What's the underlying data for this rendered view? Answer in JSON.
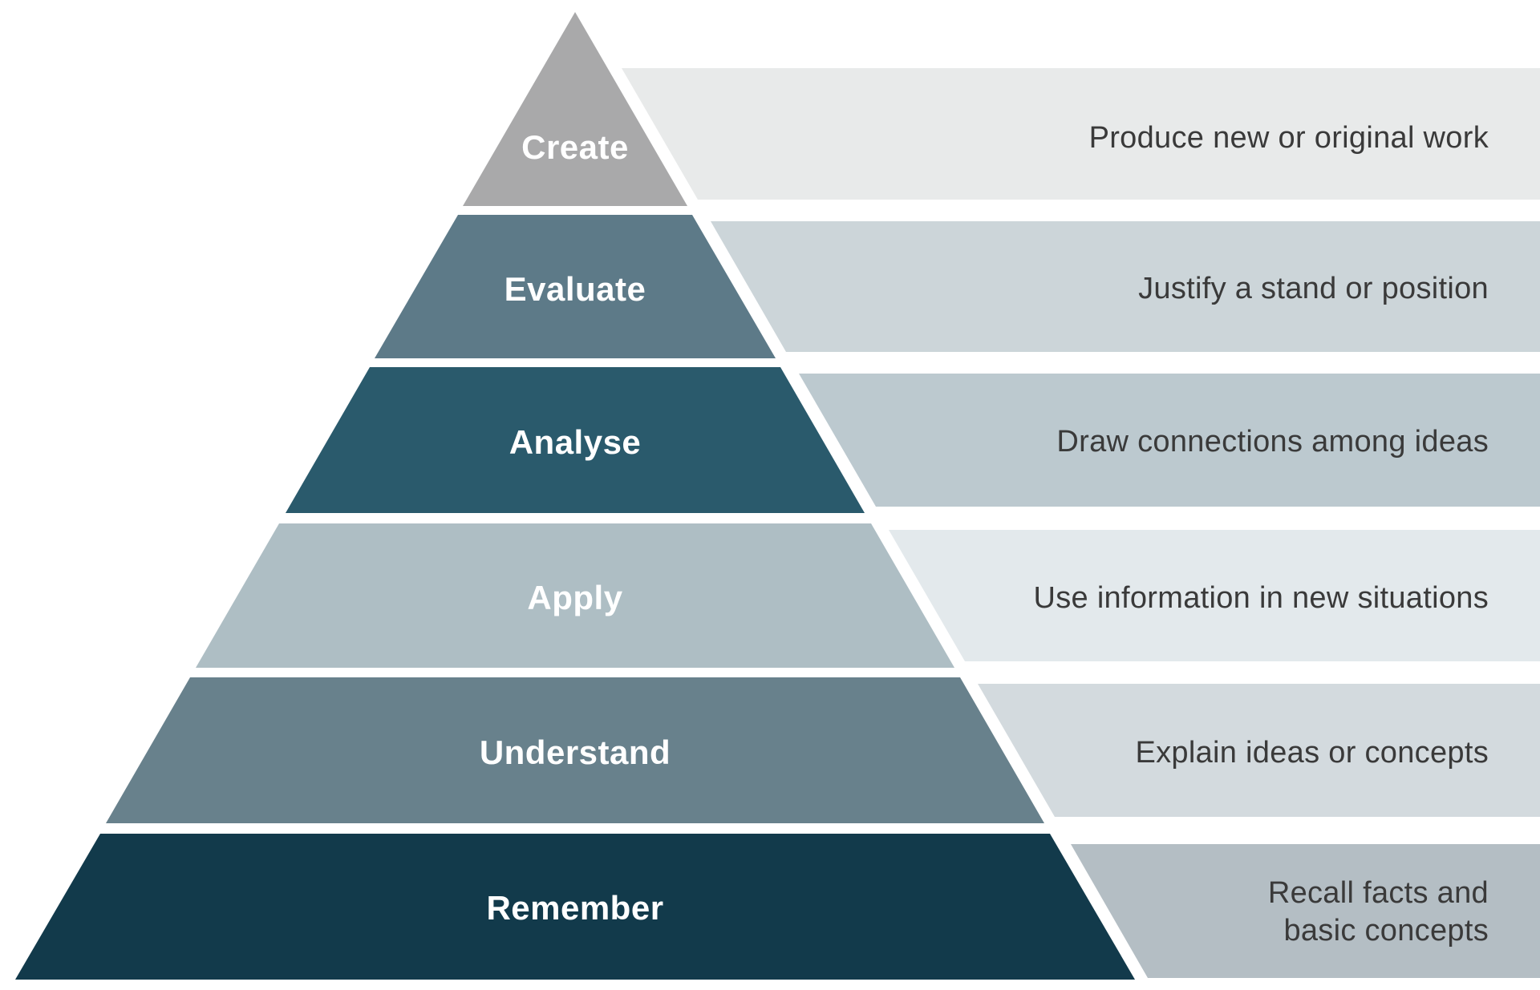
{
  "colors": {
    "background": "#ffffff",
    "label_text": "#ffffff",
    "description_text": "#3a3a3a"
  },
  "levels": [
    {
      "label": "Create",
      "description": "Produce new or original work",
      "pyramid_color": "#a9a9aa",
      "band_color": "#e8eaea"
    },
    {
      "label": "Evaluate",
      "description": "Justify a stand or position",
      "pyramid_color": "#5d7a88",
      "band_color": "#ccd5d9"
    },
    {
      "label": "Analyse",
      "description": "Draw connections among ideas",
      "pyramid_color": "#2a5a6c",
      "band_color": "#bcc9cf"
    },
    {
      "label": "Apply",
      "description": "Use information in new situations",
      "pyramid_color": "#aebec4",
      "band_color": "#e3e9ec"
    },
    {
      "label": "Understand",
      "description": "Explain ideas or concepts",
      "pyramid_color": "#68818c",
      "band_color": "#d3dade"
    },
    {
      "label": "Remember",
      "description": "Recall facts and basic concepts",
      "description_line1": "Recall facts and",
      "description_line2": "basic concepts",
      "pyramid_color": "#123a4b",
      "band_color": "#b4bec4"
    }
  ]
}
